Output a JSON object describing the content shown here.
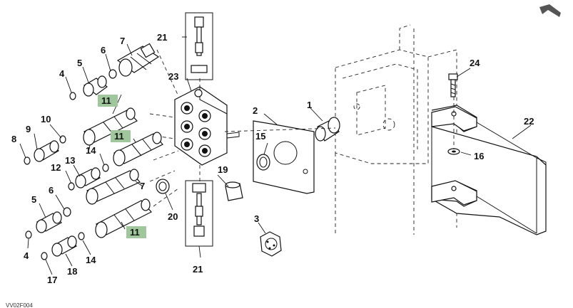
{
  "figure_reference": "VV02F004",
  "callouts": [
    {
      "id": "c1",
      "label": "1"
    },
    {
      "id": "c2",
      "label": "2"
    },
    {
      "id": "c3",
      "label": "3"
    },
    {
      "id": "c4a",
      "label": "4"
    },
    {
      "id": "c4b",
      "label": "4"
    },
    {
      "id": "c5a",
      "label": "5"
    },
    {
      "id": "c5b",
      "label": "5"
    },
    {
      "id": "c6a",
      "label": "6"
    },
    {
      "id": "c6b",
      "label": "6"
    },
    {
      "id": "c7a",
      "label": "7"
    },
    {
      "id": "c7b",
      "label": "7"
    },
    {
      "id": "c8",
      "label": "8"
    },
    {
      "id": "c9",
      "label": "9"
    },
    {
      "id": "c10",
      "label": "10"
    },
    {
      "id": "c11a",
      "label": "11",
      "highlighted": true
    },
    {
      "id": "c11b",
      "label": "11",
      "highlighted": true
    },
    {
      "id": "c11c",
      "label": "11",
      "highlighted": true
    },
    {
      "id": "c12",
      "label": "12"
    },
    {
      "id": "c13",
      "label": "13"
    },
    {
      "id": "c14a",
      "label": "14"
    },
    {
      "id": "c14b",
      "label": "14"
    },
    {
      "id": "c15",
      "label": "15"
    },
    {
      "id": "c16",
      "label": "16"
    },
    {
      "id": "c17",
      "label": "17"
    },
    {
      "id": "c18",
      "label": "18"
    },
    {
      "id": "c19",
      "label": "19"
    },
    {
      "id": "c20",
      "label": "20"
    },
    {
      "id": "c21a",
      "label": "21"
    },
    {
      "id": "c21b",
      "label": "21"
    },
    {
      "id": "c22",
      "label": "22"
    },
    {
      "id": "c23",
      "label": "23"
    },
    {
      "id": "c24",
      "label": "24"
    }
  ],
  "colors": {
    "highlight": "#9fc79b",
    "line": "#111111",
    "nav_arrow": "#555555"
  },
  "nav": {
    "icon": "back-arrow-icon"
  }
}
